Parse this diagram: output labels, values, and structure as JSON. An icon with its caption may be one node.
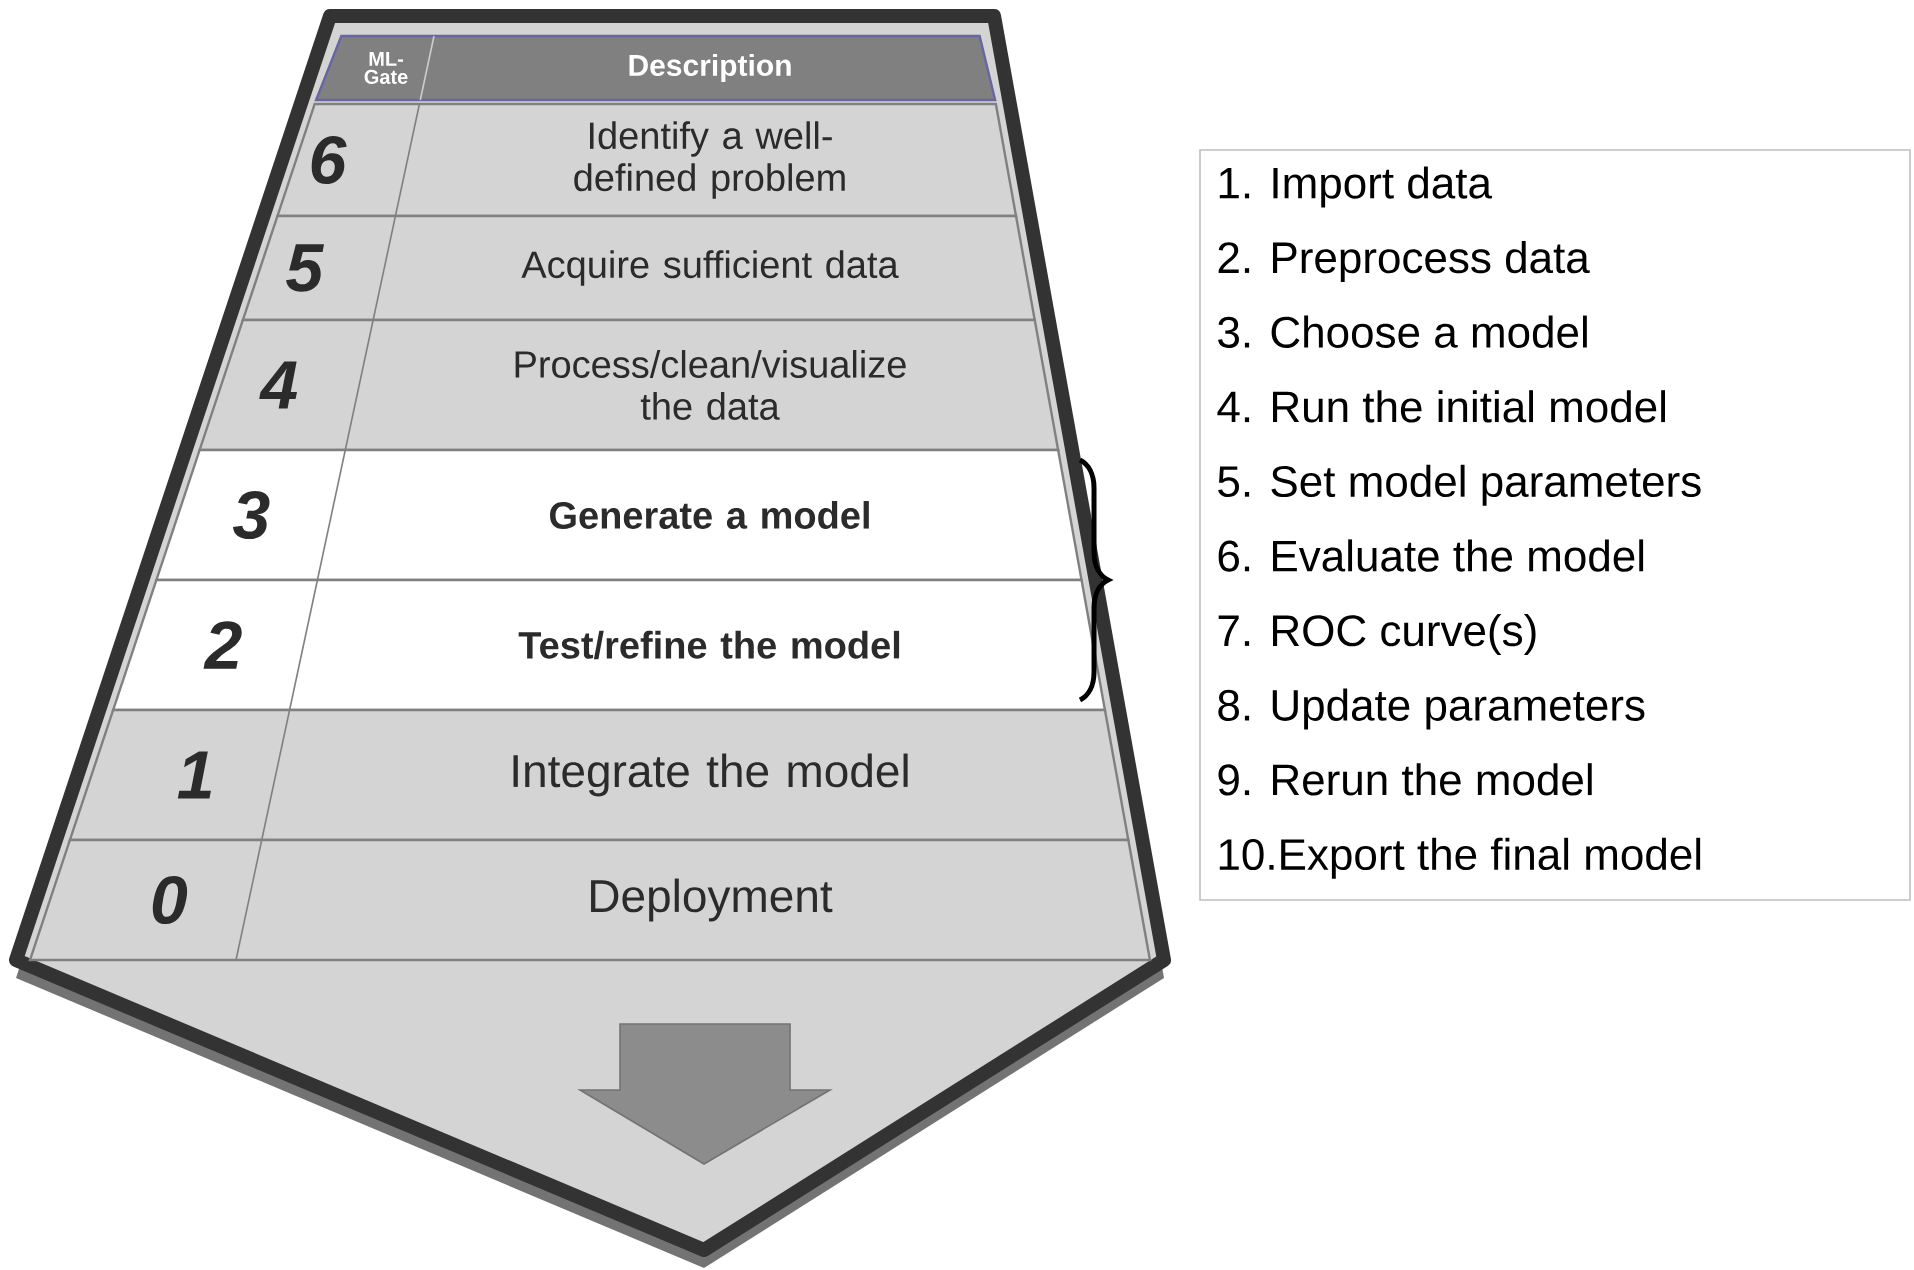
{
  "diagram": {
    "nodes": [
      {
        "text": [],
        "shape": "pentagon"
      },
      {
        "text": [
          "ML-Gate",
          "Description"
        ],
        "in": 0
      },
      {
        "text": [
          "6",
          "Identify a well-defined problem"
        ],
        "in": 0
      },
      {
        "text": [
          "5",
          "Acquire sufficient data"
        ],
        "in": 0
      },
      {
        "text": [
          "4",
          "Process/clean/visualize the data"
        ],
        "in": 0
      },
      {
        "text": [
          "3",
          "Generate a model"
        ],
        "in": 0
      },
      {
        "text": [
          "2",
          "Test/refine the model"
        ],
        "in": 0
      },
      {
        "text": [
          "1",
          "Integrate the model"
        ],
        "in": 0
      },
      {
        "text": [
          "0",
          "Deployment"
        ],
        "in": 0
      },
      {
        "text": [
          "1. Import data",
          "2. Preprocess data",
          "3. Choose a model",
          "4. Run the initial model",
          "5. Set model parameters",
          "6. Evaluate the model",
          "7. ROC curve(s)",
          "8. Update parameters",
          "9. Rerun the model",
          "10.Export the final model"
        ]
      }
    ]
  }
}
